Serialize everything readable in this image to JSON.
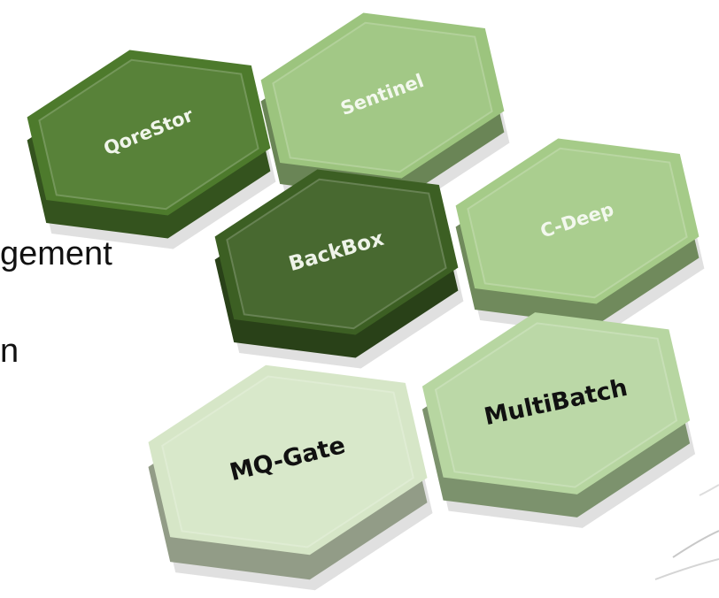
{
  "side_text": {
    "line1": "gement",
    "line2": "n"
  },
  "hexagons": [
    {
      "id": "qorestor",
      "label": "QoreStor",
      "fill": "#4d7a2c",
      "text_color": "#f0f5ea"
    },
    {
      "id": "sentinel",
      "label": "Sentinel",
      "fill": "#9cc47e",
      "text_color": "#f3f8ee"
    },
    {
      "id": "c-deep",
      "label": "C-Deep",
      "fill": "#a5cb88",
      "text_color": "#f3f8ee"
    },
    {
      "id": "backbox",
      "label": "BackBox",
      "fill": "#3c5f23",
      "text_color": "#eef3e8"
    },
    {
      "id": "mq-gate",
      "label": "MQ-Gate",
      "fill": "#d6e6c7",
      "text_color": "#111111"
    },
    {
      "id": "multibatch",
      "label": "MultiBatch",
      "fill": "#b7d6a1",
      "text_color": "#111111"
    }
  ]
}
